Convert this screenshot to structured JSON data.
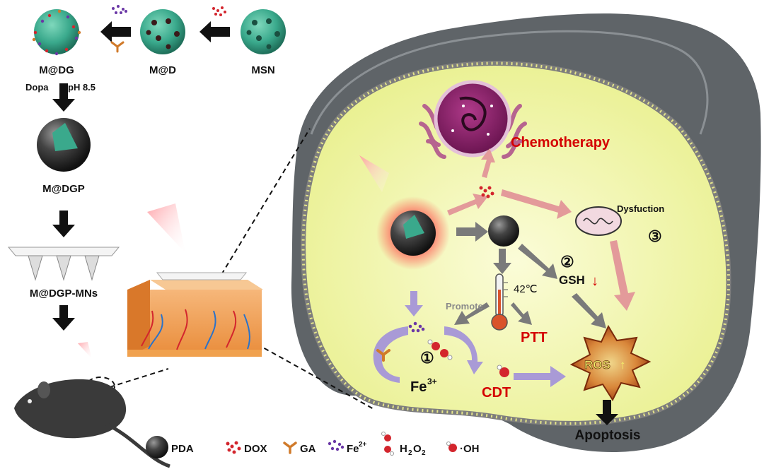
{
  "synthesis": {
    "msn": "MSN",
    "md": "M@D",
    "mdg": "M@DG",
    "dopa_step": "Dopa",
    "ph_step": "pH 8.5",
    "mdgp": "M@DGP",
    "mns": "M@DGP-MNs"
  },
  "mechanism": {
    "chemotherapy": "Chemotherapy",
    "dysfunction": "Dysfuction",
    "step3": "③",
    "step2": "②",
    "gsh": "GSH",
    "temp": "42℃",
    "promote": "Promote",
    "ptt": "PTT",
    "step1": "①",
    "fe": "Fe",
    "fe_charge": "3+",
    "cdt": "CDT",
    "ros": "ROS",
    "apoptosis": "Apoptosis"
  },
  "legend": {
    "pda": "PDA",
    "dox": "DOX",
    "ga": "GA",
    "fe": "Fe",
    "fe_charge": "2+",
    "h2o2_h": "H",
    "h2o2_2a": "2",
    "h2o2_o": "O",
    "h2o2_2b": "2",
    "oh": "·OH"
  },
  "colors": {
    "cell_fill": "#f3f6b4",
    "membrane": "#8a8a8a",
    "tissue_bg": "#5f6468",
    "mesoporous": "#3aa98c",
    "pda": "#333333",
    "dox": "#d3252d",
    "fe": "#6a37a6",
    "arrow_gray": "#7a7a7a",
    "arrow_pink": "#e39a9a",
    "arrow_purple": "#a99ad6",
    "accent_red": "#d40000"
  }
}
